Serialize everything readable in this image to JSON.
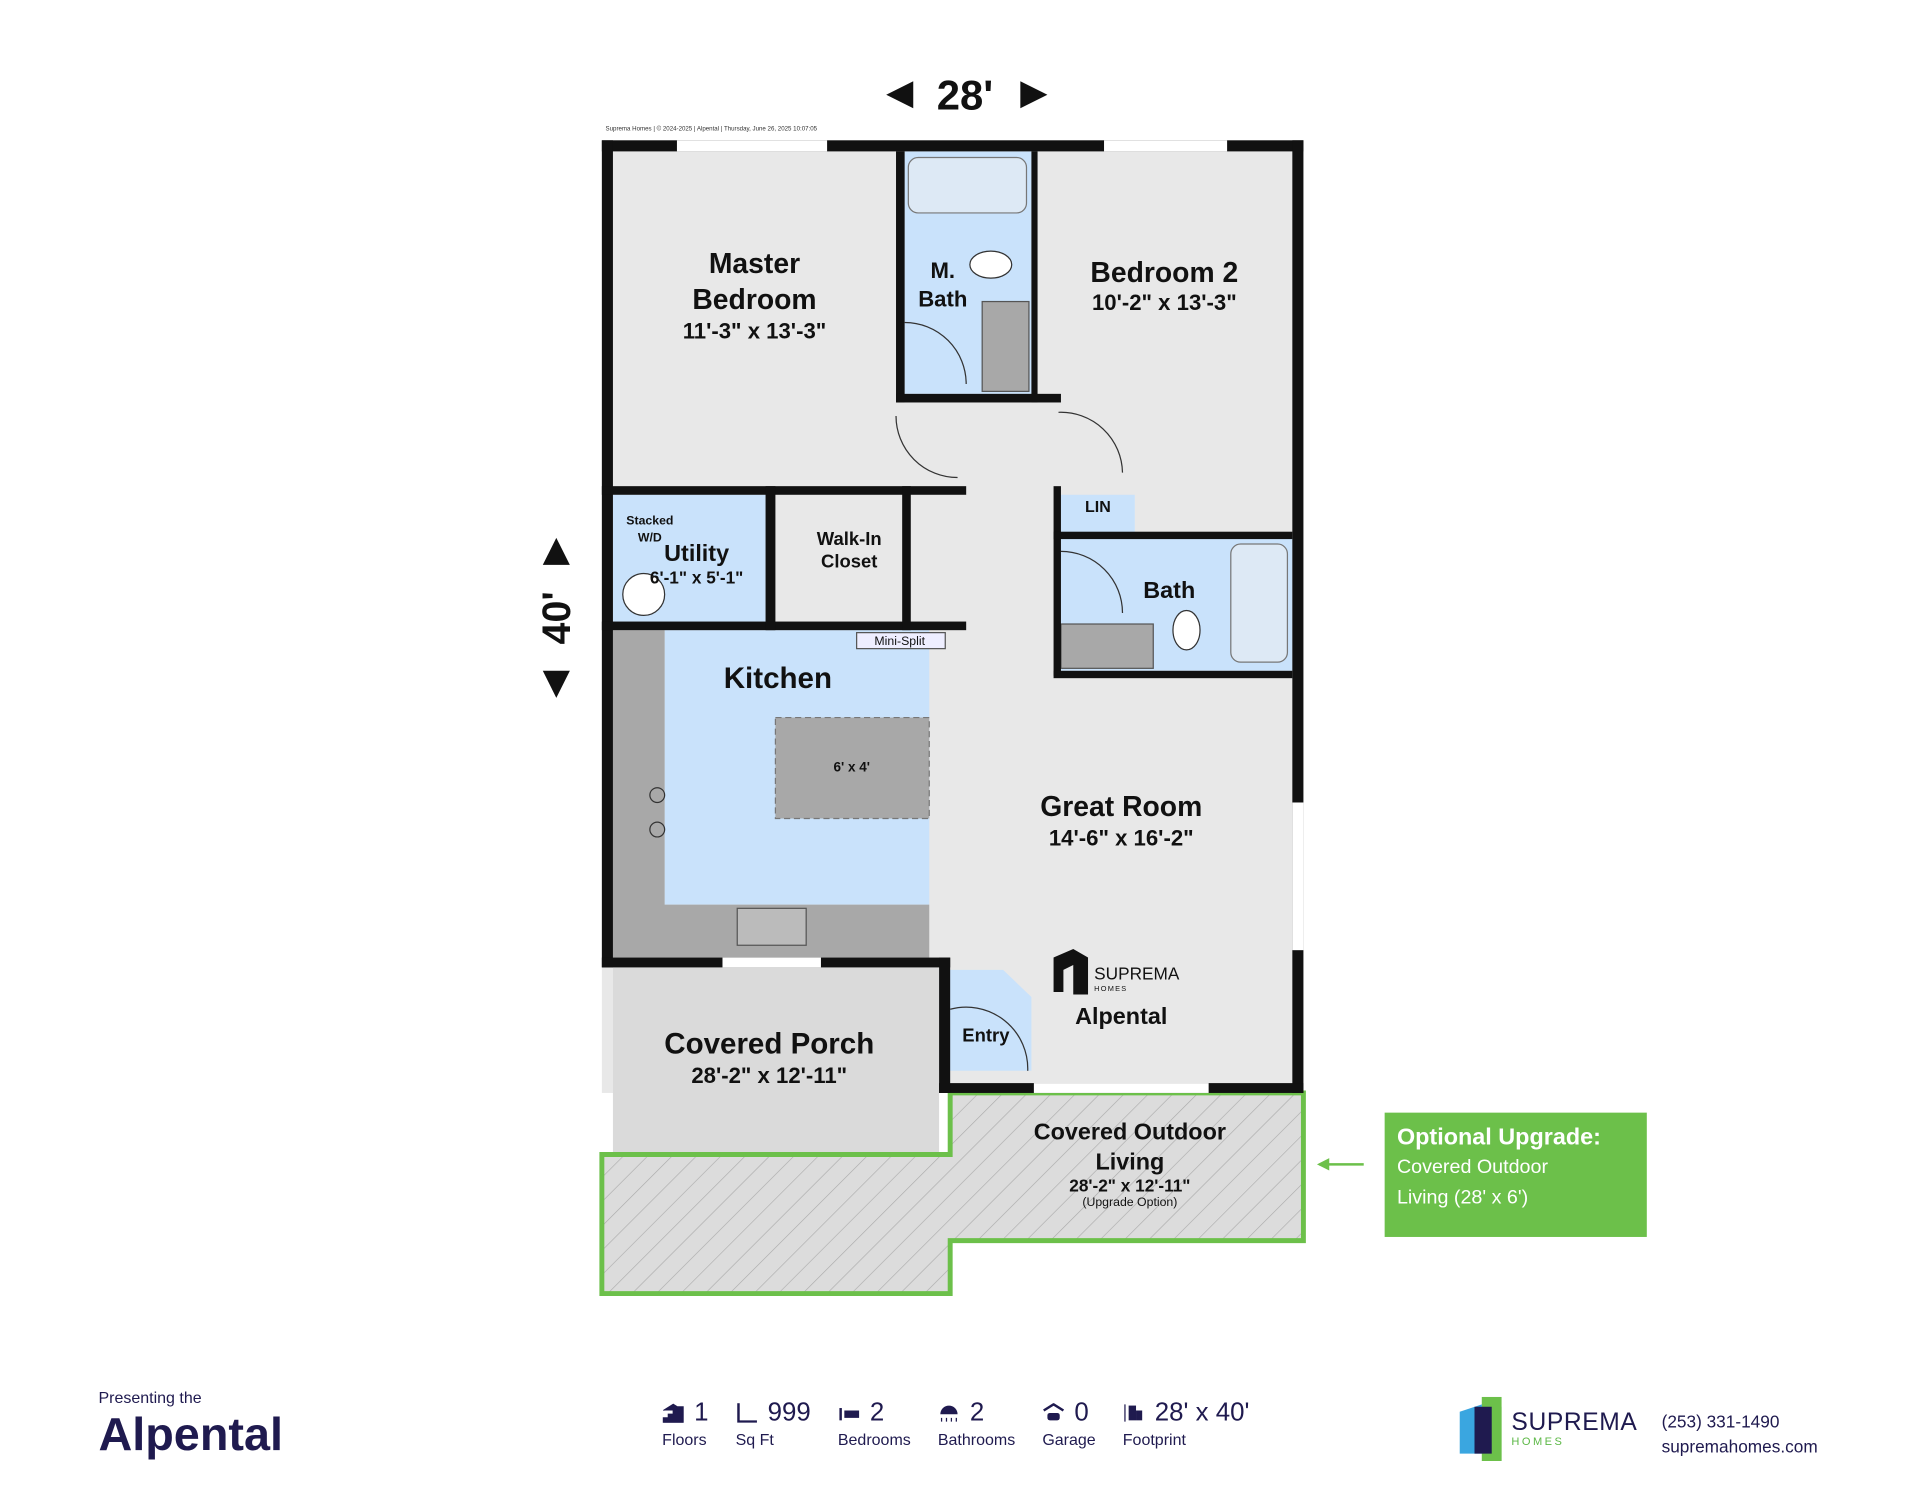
{
  "header": {
    "width_dim": "28'",
    "depth_dim": "40'",
    "caption": "Suprema Homes | © 2024-2025 | Alpental | Thursday, June 26, 2025 10:07:05"
  },
  "rooms": {
    "master_line1": "Master",
    "master_line2": "Bedroom",
    "master_size": "11'-3\" x 13'-3\"",
    "mbath_line1": "M.",
    "mbath_line2": "Bath",
    "bedroom2": "Bedroom 2",
    "bedroom2_size": "10'-2\" x 13'-3\"",
    "stacked_line1": "Stacked",
    "stacked_line2": "W/D",
    "utility": "Utility",
    "utility_size": "6'-1\" x 5'-1\"",
    "walkin_line1": "Walk-In",
    "walkin_line2": "Closet",
    "lin": "LIN",
    "bath": "Bath",
    "minisplit": "Mini-Split",
    "kitchen": "Kitchen",
    "island": "6' x 4'",
    "great_room": "Great Room",
    "great_room_size": "14'-6\" x 16'-2\"",
    "brand_mark": "SUPREMA",
    "brand_mark_sub": "HOMES",
    "plan_label": "Alpental",
    "entry": "Entry",
    "porch": "Covered Porch",
    "porch_size": "28'-2\" x 12'-11\"",
    "outdoor_line1": "Covered Outdoor",
    "outdoor_line2": "Living",
    "outdoor_size": "28'-2\" x 12'-11\"",
    "outdoor_note": "(Upgrade Option)"
  },
  "callout": {
    "title": "Optional Upgrade:",
    "line1": "Covered Outdoor",
    "line2": "Living (28' x 6')"
  },
  "footer": {
    "presenting": "Presenting the",
    "plan_name": "Alpental",
    "stats": [
      {
        "icon": "stairs-icon",
        "value": "1",
        "label": "Floors"
      },
      {
        "icon": "ruler-icon",
        "value": "999",
        "label": "Sq Ft"
      },
      {
        "icon": "bed-icon",
        "value": "2",
        "label": "Bedrooms"
      },
      {
        "icon": "shower-icon",
        "value": "2",
        "label": "Bathrooms"
      },
      {
        "icon": "garage-icon",
        "value": "0",
        "label": "Garage"
      },
      {
        "icon": "footprint-icon",
        "value": "28' x 40'",
        "label": "Footprint"
      }
    ],
    "brand": "SUPREMA",
    "brand_sub": "HOMES",
    "phone": "(253) 331-1490",
    "website": "supremahomes.com"
  },
  "colors": {
    "accent": "#6cc04a",
    "navy": "#1f1a4f",
    "room_blue": "#c9e2fb",
    "floor": "#e8e8e8",
    "counter": "#a8a8a8"
  }
}
